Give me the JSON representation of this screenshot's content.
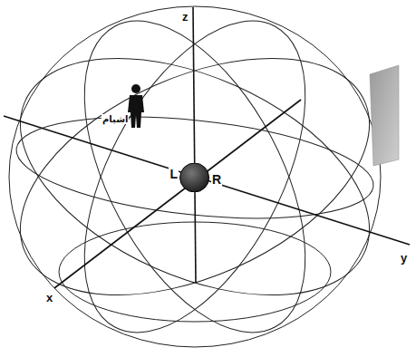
{
  "diagram": {
    "nodes": [
      {
        "text": [
          "L",
          "R"
        ]
      }
    ],
    "labels": [
      "z",
      "x",
      "y",
      "اشیام"
    ]
  }
}
